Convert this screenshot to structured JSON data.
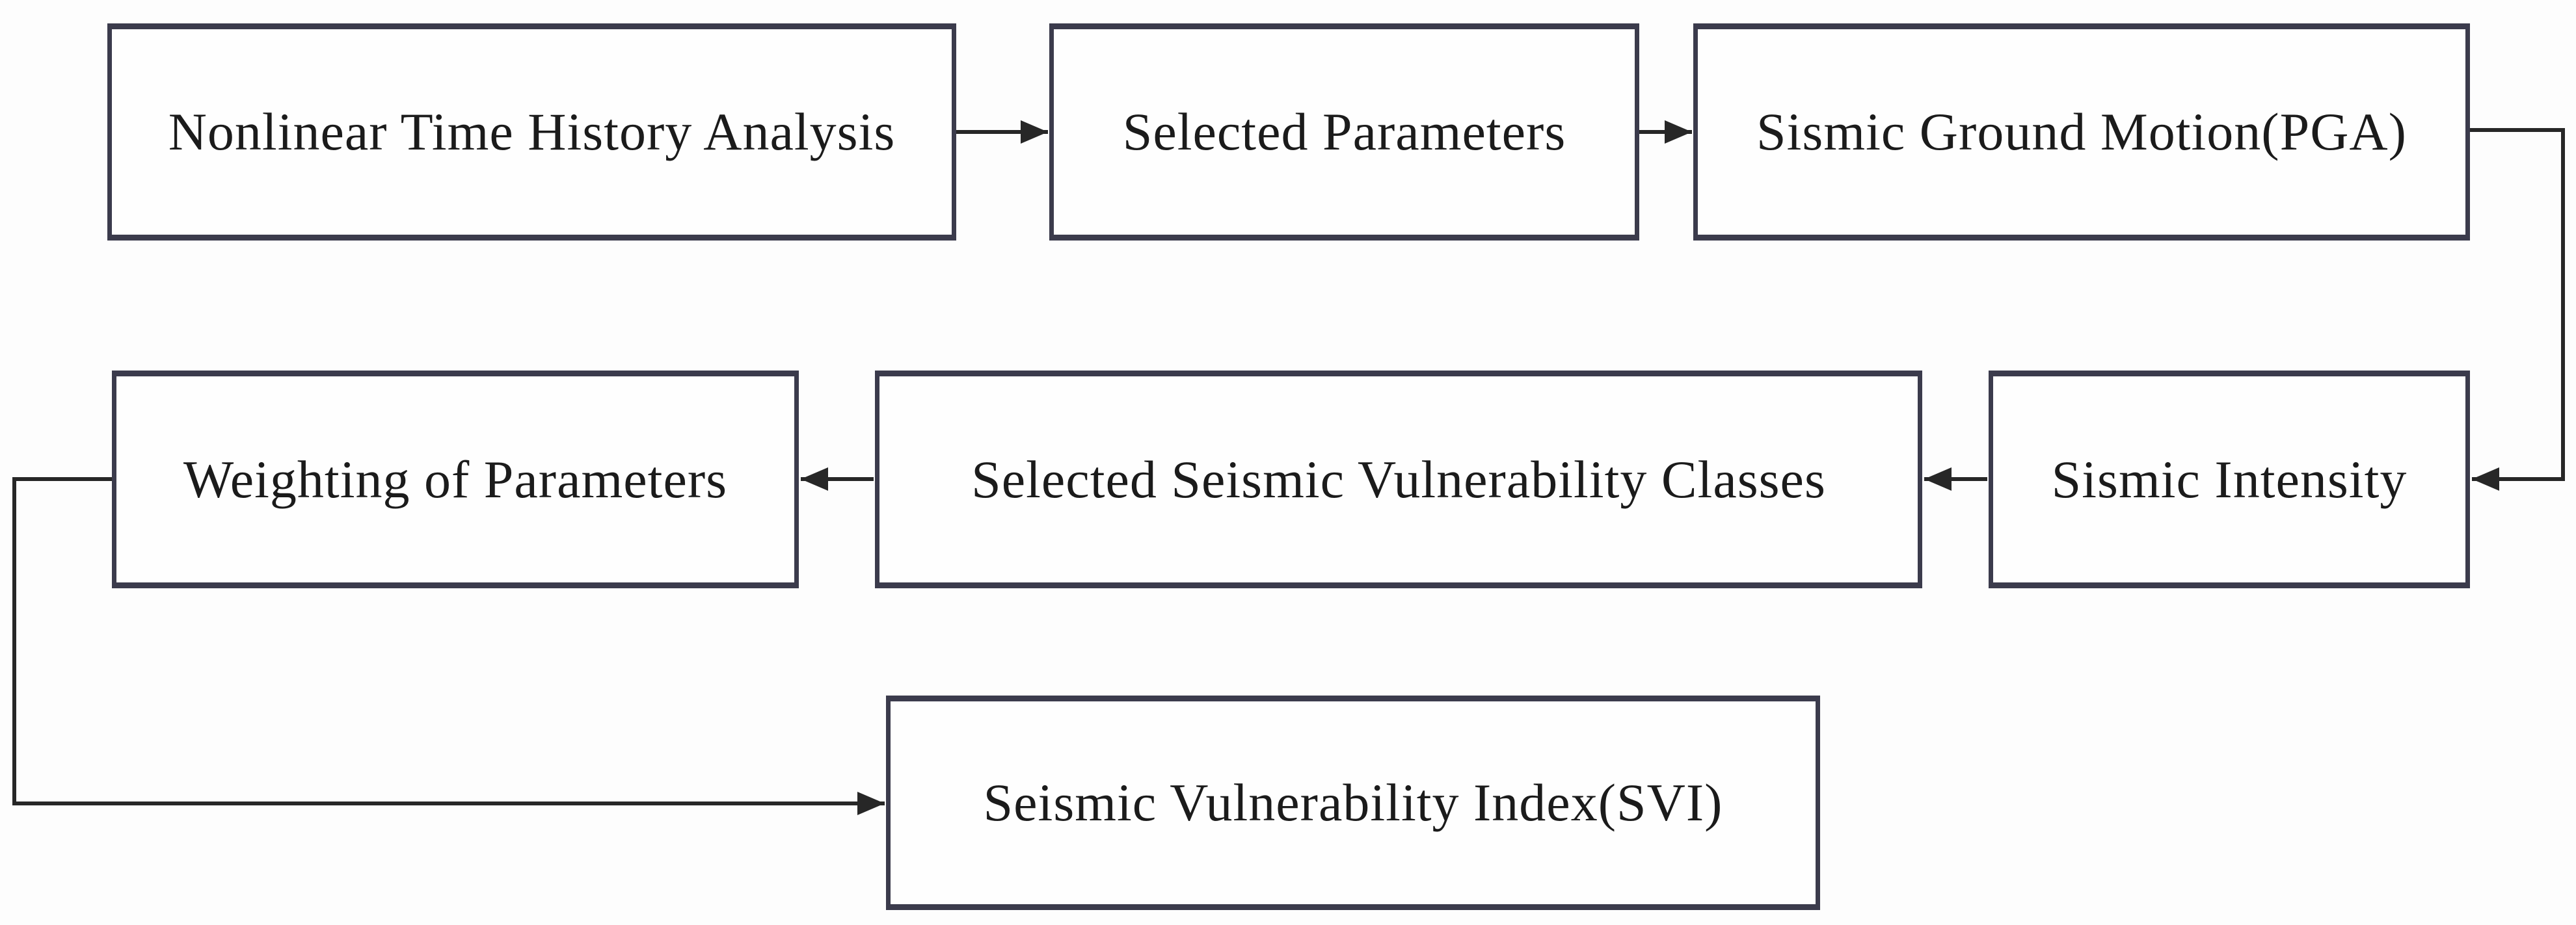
{
  "diagram": {
    "type": "flowchart",
    "description": "Flowchart of Seismic Vulnerability Index (SVI) methodology",
    "colors": {
      "background": "#fdfdfd",
      "box_fill": "#fefefe",
      "box_border": "#3b3b4c",
      "connector": "#272727",
      "text": "#1b1b1b"
    },
    "nodes": [
      {
        "id": "ntha",
        "label": "Nonlinear Time History Analysis"
      },
      {
        "id": "params",
        "label": "Selected Parameters"
      },
      {
        "id": "pga",
        "label": "Sismic Ground Motion(PGA)"
      },
      {
        "id": "weighting",
        "label": "Weighting of Parameters"
      },
      {
        "id": "classes",
        "label": "Selected Seismic Vulnerability Classes"
      },
      {
        "id": "intensity",
        "label": "Sismic Intensity"
      },
      {
        "id": "svi",
        "label": "Seismic Vulnerability Index(SVI)"
      }
    ],
    "edges": [
      {
        "from": "ntha",
        "to": "params",
        "route": "straight-right"
      },
      {
        "from": "params",
        "to": "pga",
        "route": "straight-right"
      },
      {
        "from": "pga",
        "to": "intensity",
        "route": "right-down-left elbow"
      },
      {
        "from": "intensity",
        "to": "classes",
        "route": "straight-left"
      },
      {
        "from": "classes",
        "to": "weighting",
        "route": "straight-left"
      },
      {
        "from": "weighting",
        "to": "svi",
        "route": "left-down-right elbow"
      }
    ]
  }
}
